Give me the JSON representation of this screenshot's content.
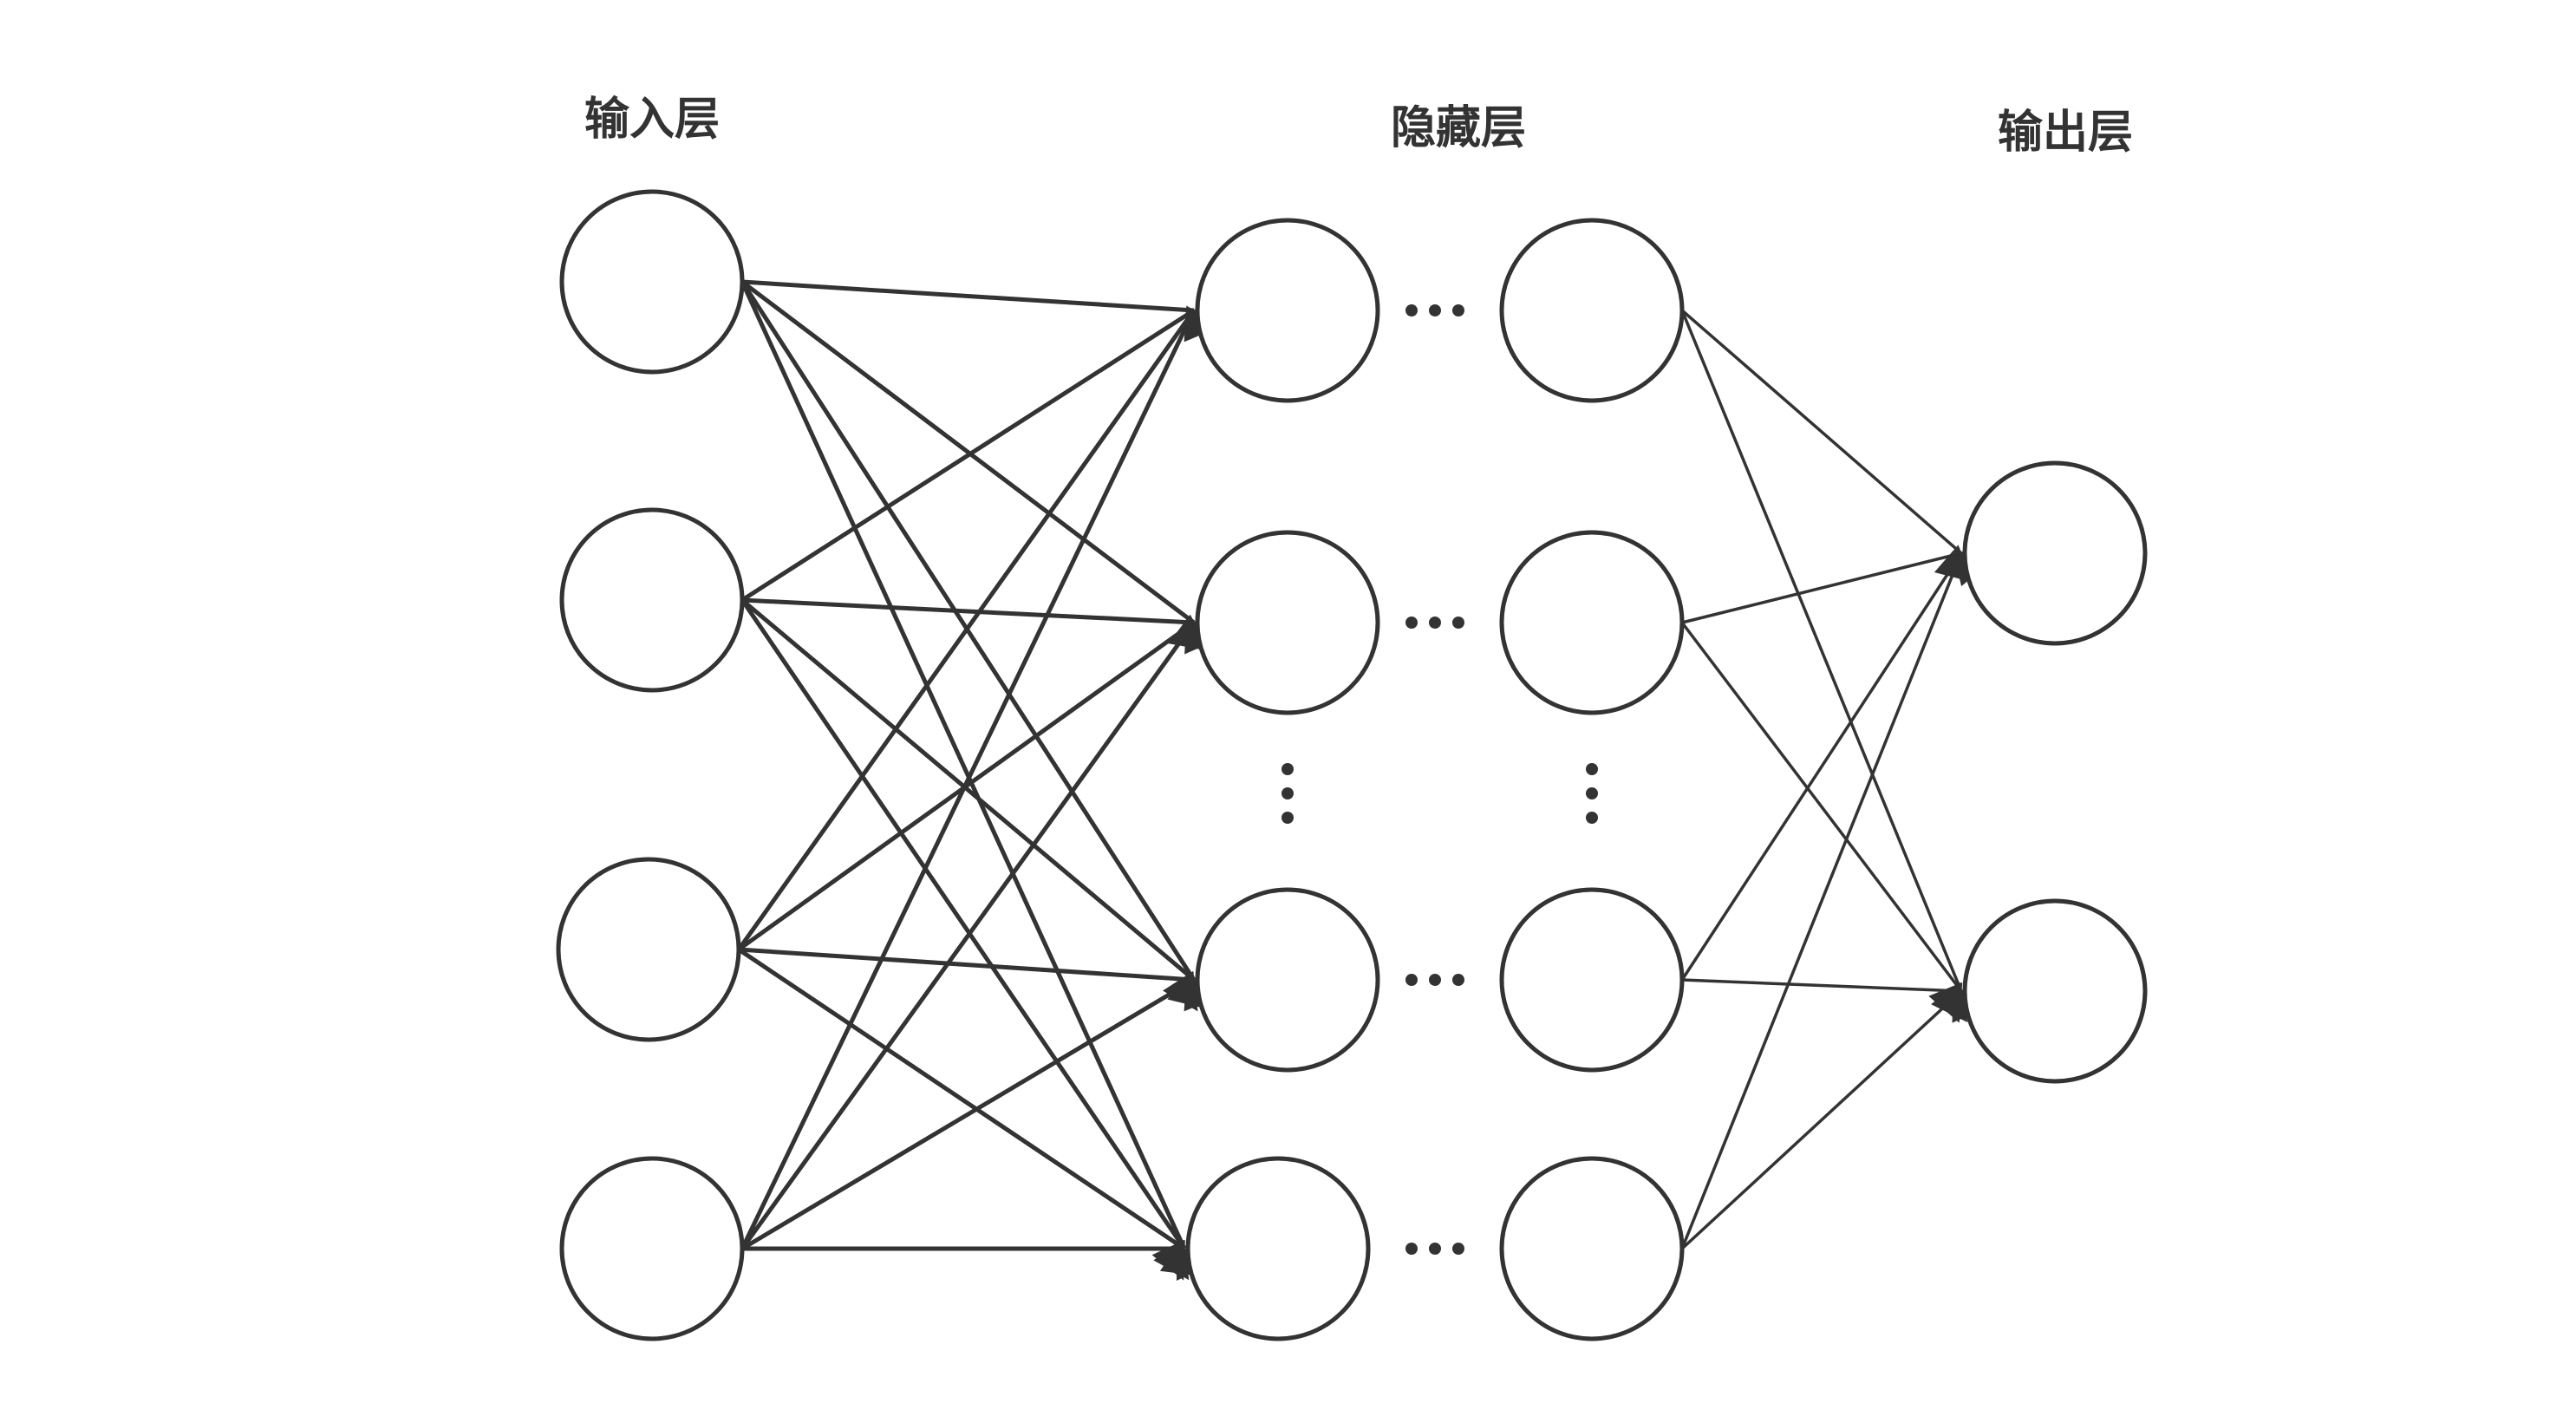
{
  "labels": {
    "input": "输入层",
    "hidden": "隐藏层",
    "output": "输出层"
  },
  "ellipsis": {
    "horizontal": "…",
    "vertical": "⋮"
  },
  "colors": {
    "stroke": "#333333",
    "node_fill": "#ffffff",
    "background": "#ffffff"
  },
  "network": {
    "input_nodes": 4,
    "hidden_columns": 2,
    "hidden_nodes_per_column": 4,
    "output_nodes": 2,
    "connections": "fully-connected"
  }
}
